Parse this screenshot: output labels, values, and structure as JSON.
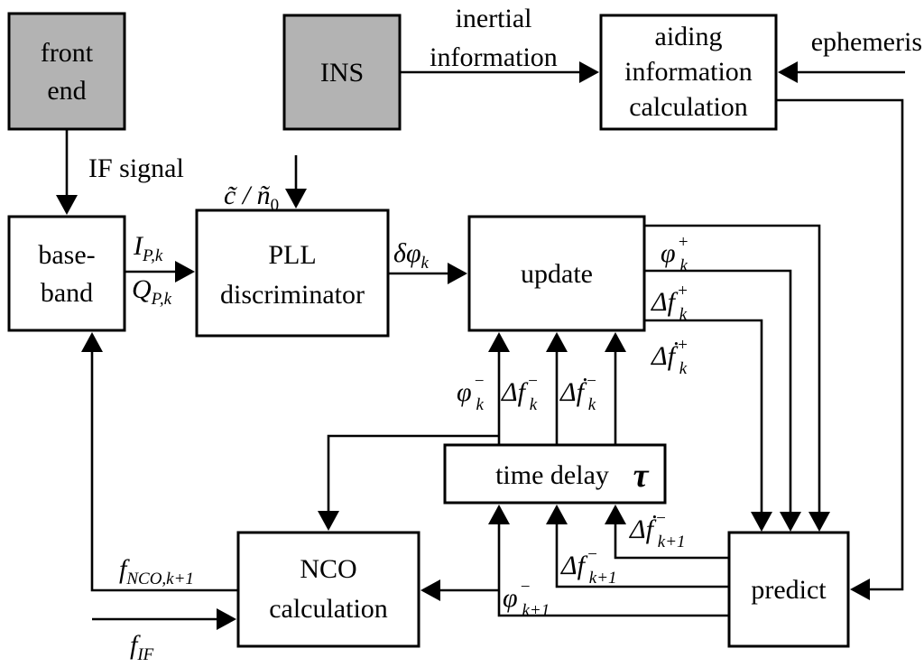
{
  "blocks": {
    "front_end": [
      "front",
      "end"
    ],
    "ins": "INS",
    "aiding": [
      "aiding",
      "information",
      "calculation"
    ],
    "baseband": [
      "base-",
      "band"
    ],
    "pll": [
      "PLL",
      "discriminator"
    ],
    "update": "update",
    "time_delay": "time delay",
    "nco": [
      "NCO",
      "calculation"
    ],
    "predict": "predict"
  },
  "labels": {
    "inertial": [
      "inertial",
      "information"
    ],
    "ephemeris": "ephemeris",
    "if_signal": "IF signal",
    "cn0": "c̃ / ñ",
    "cn0_sub": "0",
    "ipk": "I",
    "ipk_sub": "P,k",
    "qpk": "Q",
    "qpk_sub": "P,k",
    "dphi": "δφ",
    "dphi_sub": "k",
    "phi_plus": "φ",
    "phi_plus_sub": "k",
    "phi_plus_sup": "+",
    "df_plus": "Δf",
    "df_plus_sub": "k",
    "df_plus_sup": "+",
    "dfdot_plus": "Δḟ",
    "dfdot_plus_sub": "k",
    "dfdot_plus_sup": "+",
    "phi_minus": "φ",
    "phi_minus_sub": "k",
    "phi_minus_sup": "−",
    "df_minus": "Δf",
    "df_minus_sub": "k",
    "df_minus_sup": "−",
    "dfdot_minus": "Δḟ",
    "dfdot_minus_sub": "k",
    "dfdot_minus_sup": "−",
    "tau": "τ",
    "fnco": "f",
    "fnco_sub": "NCO,k+1",
    "fif": "f",
    "fif_sub": "IF",
    "phi_k1": "φ",
    "phi_k1_sub": "k+1",
    "phi_k1_sup": "−",
    "df_k1": "Δf",
    "df_k1_sub": "k+1",
    "df_k1_sup": "−",
    "dfdot_k1": "Δḟ",
    "dfdot_k1_sub": "k+1",
    "dfdot_k1_sup": "−"
  },
  "colors": {
    "gray_block": "#b3b3b3",
    "line": "#000000"
  }
}
